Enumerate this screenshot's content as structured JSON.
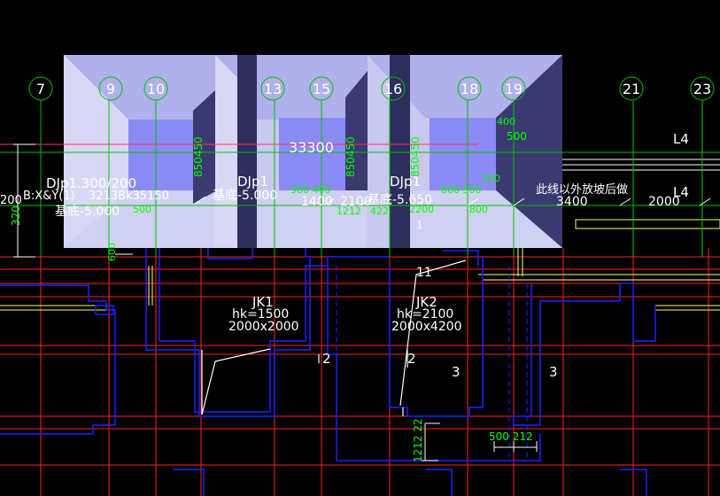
{
  "axes": [
    {
      "label": "7"
    },
    {
      "label": "9"
    },
    {
      "label": "10"
    },
    {
      "label": "13"
    },
    {
      "label": "15"
    },
    {
      "label": "16"
    },
    {
      "label": "18"
    },
    {
      "label": "19"
    },
    {
      "label": "21"
    },
    {
      "label": "23"
    }
  ],
  "pits": {
    "p1_name": "DJp1.300/200",
    "p1_axis": "B:X&Y(1)",
    "p1_dim": "3213Bk35150",
    "p1_base": "基底-5.000",
    "p2_name": "DJp1",
    "p2_base": "基底-5.000",
    "p3_name": "DJp1",
    "p3_base": "基底-5.650",
    "depth_left": "850450",
    "depth_mid": "850450",
    "depth_right": "850450"
  },
  "dims": {
    "total": "33300",
    "left_200": "200",
    "left_320": "320",
    "mid_900_400": "900 400",
    "mid_1400": "1400",
    "mid_2100": "2100",
    "mid_1212": "1212",
    "mid_422": "422",
    "mid_600_500": "600 500",
    "mid_2200": "2200",
    "mid_800": "800",
    "mid_200": "200",
    "right_400": "400",
    "right_500": "500",
    "right_3400": "3400",
    "right_2000": "2000",
    "small_500": "500",
    "small_600": "600",
    "bottom_500_212": "500 212",
    "bottom_1212": "1212 22",
    "small_1": "1"
  },
  "notes": {
    "outside_slope": "此线以外放坡后做",
    "l4_top": "L4",
    "l4_mid": "L4"
  },
  "pile_caps": {
    "jk1_name": "JK1",
    "jk1_hk": "hk=1500",
    "jk1_size": "2000x2000",
    "jk2_name": "JK2",
    "jk2_hk": "hk=2100",
    "jk2_size": "2000x4200",
    "tag_11": "11",
    "tag_2a": "2",
    "tag_2b": "2",
    "tag_3a": "3",
    "tag_3b": "3"
  },
  "colors": {
    "background": "#000000",
    "axis_line": "#00c000",
    "axis_text": "#ffffff",
    "grid_red": "#ff2020",
    "wall_blue": "#2020ff",
    "yellow": "#ffff60",
    "dim_green": "#00ff00",
    "pit_light": "#c8c8f0",
    "pit_mid": "#9a9aea",
    "pit_dark": "#3a3a70",
    "pit_floor": "#8080ff"
  }
}
